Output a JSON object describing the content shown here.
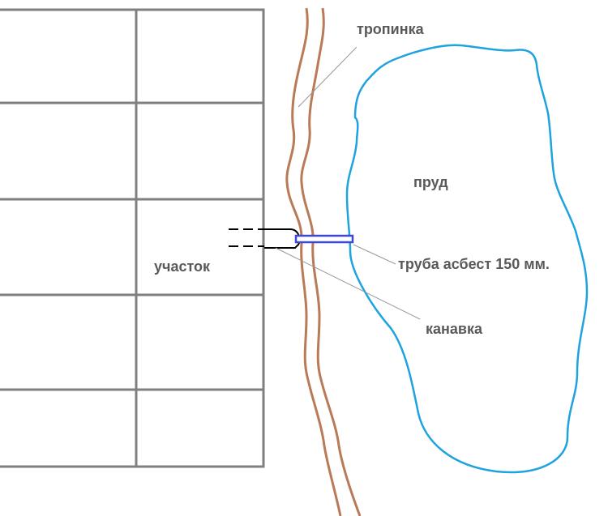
{
  "labels": {
    "path": "тропинка",
    "pond": "пруд",
    "plot": "участок",
    "pipe": "труба асбест 150 мм.",
    "ditch": "канавка"
  },
  "colors": {
    "grid": "#7f7f7f",
    "path": "#b97a57",
    "pond": "#1fa3e0",
    "pipe": "#3f48cc",
    "ditch": "#000000",
    "leader": "#999999",
    "text": "#595959"
  }
}
